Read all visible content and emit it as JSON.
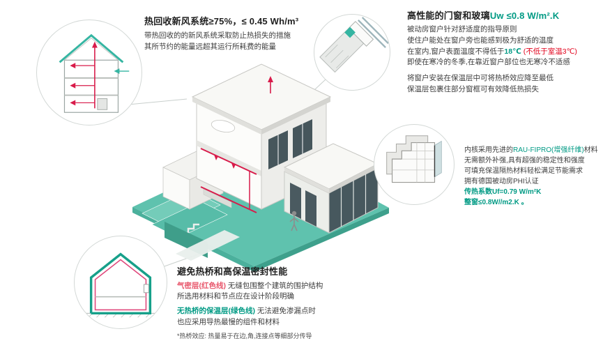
{
  "colors": {
    "accent_green": "#009a84",
    "accent_red": "#e2001a",
    "accent_pink": "#e8566b",
    "duct_red": "#d81b4a",
    "ground_teal": "#5fc2ae"
  },
  "sections": {
    "heat_recovery": {
      "title": "热回收新风系统≥75%，≤ 0.45 Wh/m³",
      "lines": [
        "带热回收的的新风系统采取防止热损失的措施",
        "其所节约的能量远超其运行所耗费的能量"
      ]
    },
    "windows": {
      "title_black": "高性能的门窗和玻璃",
      "title_green": "Uw ≤0.8 W/m².K",
      "p1_line1": "被动房窗户针对舒适度的指导原则",
      "p1_line2": "使住户能处在窗户旁也能感到极为舒适的温度",
      "p1_line3_pre": "在室内,窗户表面温度不得低于",
      "p1_line3_green": "18℃",
      "p1_line3_red": "(不低于室温3℃)",
      "p1_line4": "即使在寒冷的冬季,在靠近窗户部位也无寒冷不适感",
      "p2_line1": "将窗户安装在保温层中可将热桥效应降至最低",
      "p2_line2": "保温层包裹住部分窗框可有效降低热损失"
    },
    "material": {
      "l1_pre": "内核采用先进的",
      "l1_green": "RAU-FIPRO(增强纤维)",
      "l1_post": "材料",
      "l2": "无需额外补强,具有超强的稳定性和强度",
      "l3": "可填充保温隔热材料轻松满足节能需求",
      "l4": "拥有德国被动房PHI认证",
      "l5": "传热系数Uf=0.79 W/m²K",
      "l6": "整窗≤0.8W//m2.K 。"
    },
    "thermal": {
      "title": "避免热桥和高保温密封性能",
      "airtight_label": "气密层(红色线)",
      "airtight_rest": "无缝包围整个建筑的围护结构",
      "airtight_l2": "所选用材料和节点应在设计阶段明确",
      "ins_label": "无热桥的保温层(绿色线)",
      "ins_rest": "无法避免渗漏点时",
      "ins_l2": "也应采用导热最慢的组件和材料",
      "footnote": "*热桥效应: 热量易于在边,角,连接点等细部分传导"
    }
  },
  "illustrations": {
    "main": "passive-house-isometric-cutaway",
    "top_left": "ventilation-cross-section",
    "top_right": "window-installation-corner-detail",
    "mid_right": "upvc-window-profile",
    "bottom_left": "thermal-envelope-cross-section"
  }
}
